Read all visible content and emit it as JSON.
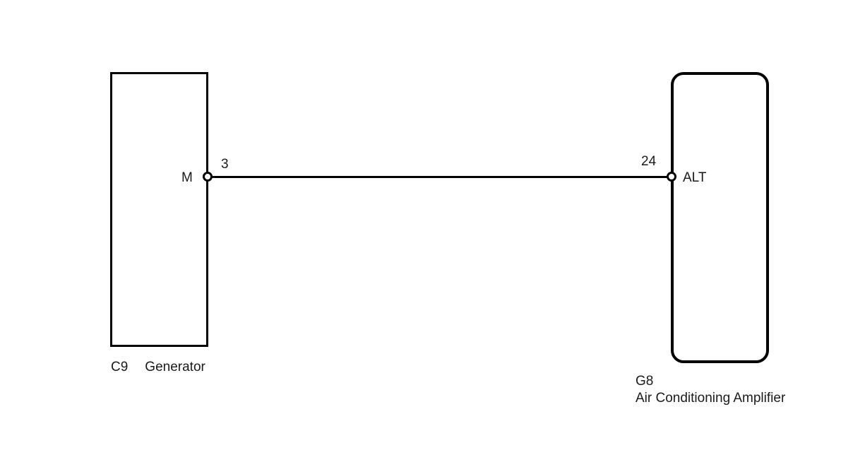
{
  "diagram": {
    "type": "wiring-diagram",
    "background_color": "#ffffff",
    "line_color": "#000000",
    "text_color": "#1a1a1a",
    "components": [
      {
        "id": "C9",
        "name": "Generator",
        "shape": "rectangle",
        "pin_label": "M",
        "terminal_number": "3"
      },
      {
        "id": "G8",
        "name": "Air Conditioning Amplifier",
        "shape": "rounded-rectangle",
        "pin_label": "ALT",
        "terminal_number": "24"
      }
    ],
    "connections": [
      {
        "from_component": "C9",
        "from_pin": "M",
        "from_terminal": "3",
        "to_component": "G8",
        "to_pin": "ALT",
        "to_terminal": "24"
      }
    ]
  }
}
